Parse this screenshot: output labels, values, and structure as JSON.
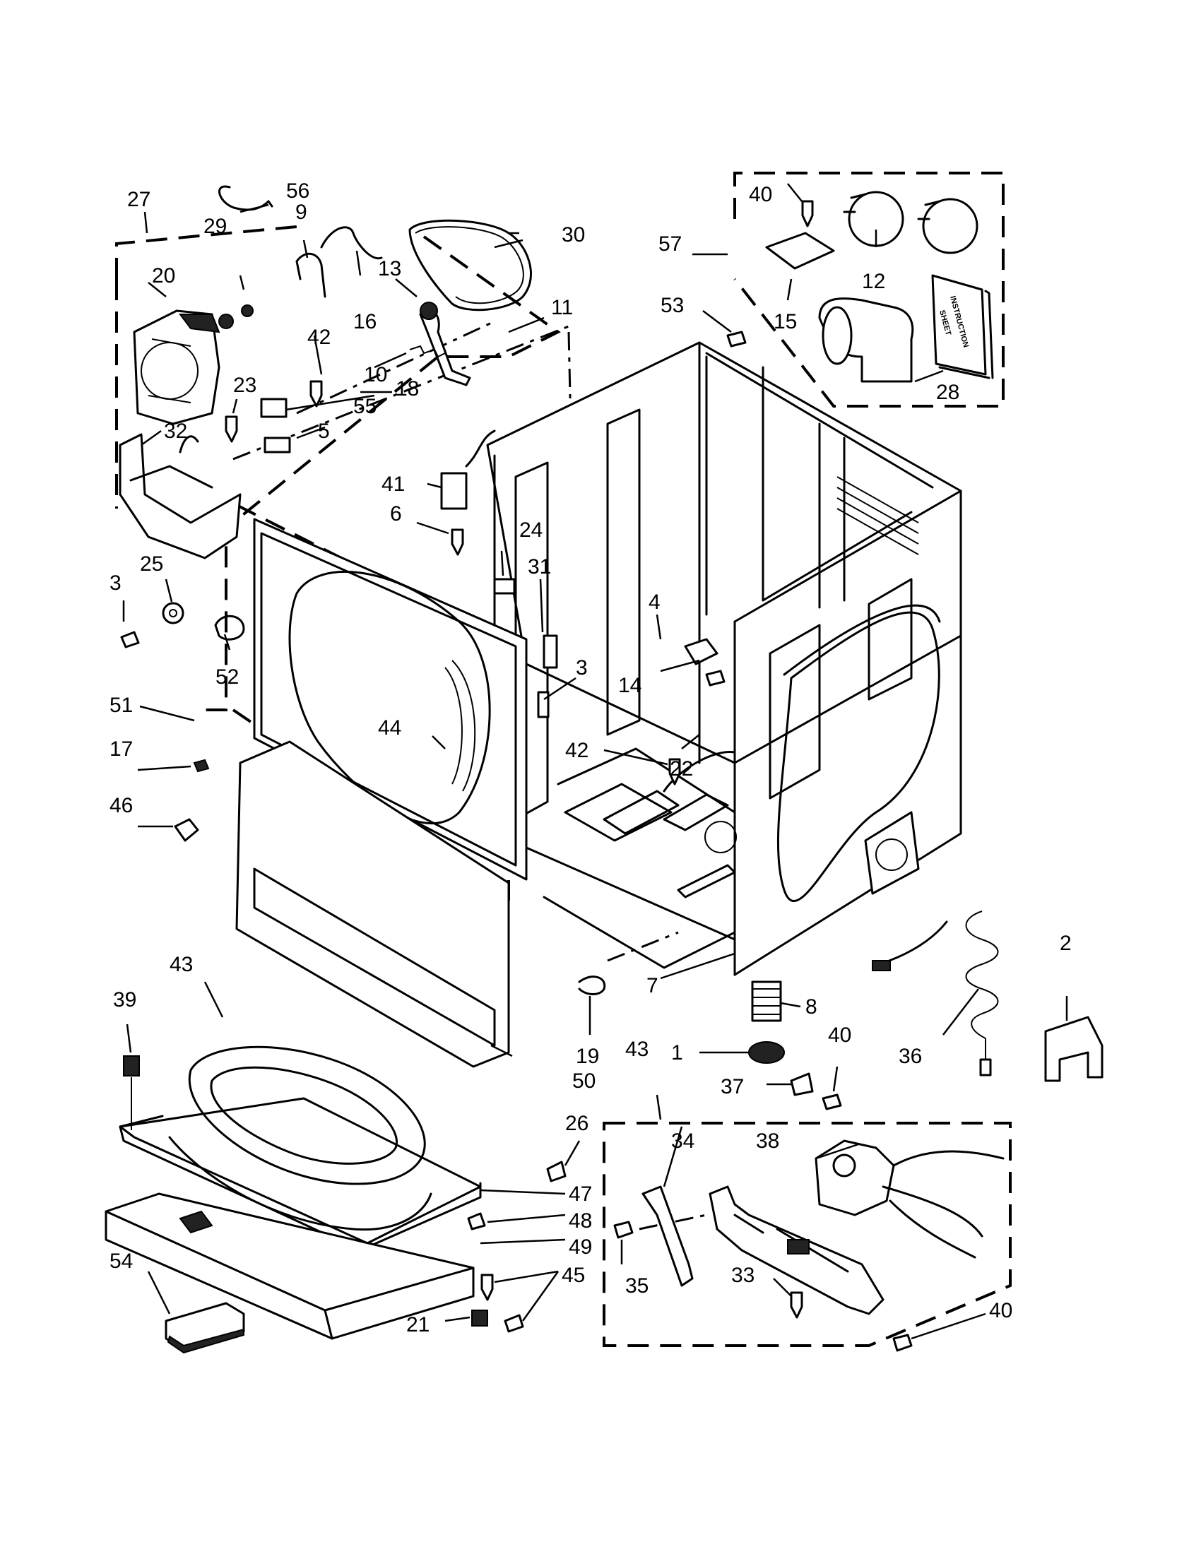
{
  "callouts": [
    {
      "id": "c1",
      "text": "1"
    },
    {
      "id": "c2",
      "text": "2"
    },
    {
      "id": "c3a",
      "text": "3"
    },
    {
      "id": "c3b",
      "text": "3"
    },
    {
      "id": "c4",
      "text": "4"
    },
    {
      "id": "c5",
      "text": "5"
    },
    {
      "id": "c6",
      "text": "6"
    },
    {
      "id": "c7",
      "text": "7"
    },
    {
      "id": "c8",
      "text": "8"
    },
    {
      "id": "c9",
      "text": "9"
    },
    {
      "id": "c10",
      "text": "10"
    },
    {
      "id": "c11",
      "text": "11"
    },
    {
      "id": "c12",
      "text": "12"
    },
    {
      "id": "c13",
      "text": "13"
    },
    {
      "id": "c14",
      "text": "14"
    },
    {
      "id": "c15",
      "text": "15"
    },
    {
      "id": "c16",
      "text": "16"
    },
    {
      "id": "c17",
      "text": "17"
    },
    {
      "id": "c18",
      "text": "18"
    },
    {
      "id": "c19",
      "text": "19"
    },
    {
      "id": "c20",
      "text": "20"
    },
    {
      "id": "c21",
      "text": "21"
    },
    {
      "id": "c22",
      "text": "22"
    },
    {
      "id": "c23",
      "text": "23"
    },
    {
      "id": "c24",
      "text": "24"
    },
    {
      "id": "c25",
      "text": "25"
    },
    {
      "id": "c26",
      "text": "26"
    },
    {
      "id": "c27",
      "text": "27"
    },
    {
      "id": "c28",
      "text": "28"
    },
    {
      "id": "c29",
      "text": "29"
    },
    {
      "id": "c30",
      "text": "30"
    },
    {
      "id": "c31",
      "text": "31"
    },
    {
      "id": "c32",
      "text": "32"
    },
    {
      "id": "c33",
      "text": "33"
    },
    {
      "id": "c34",
      "text": "34"
    },
    {
      "id": "c35",
      "text": "35"
    },
    {
      "id": "c36",
      "text": "36"
    },
    {
      "id": "c37",
      "text": "37"
    },
    {
      "id": "c38",
      "text": "38"
    },
    {
      "id": "c39",
      "text": "39"
    },
    {
      "id": "c40a",
      "text": "40"
    },
    {
      "id": "c40b",
      "text": "40"
    },
    {
      "id": "c40c",
      "text": "40"
    },
    {
      "id": "c41",
      "text": "41"
    },
    {
      "id": "c42a",
      "text": "42"
    },
    {
      "id": "c42b",
      "text": "42"
    },
    {
      "id": "c43a",
      "text": "43"
    },
    {
      "id": "c43b",
      "text": "43"
    },
    {
      "id": "c44",
      "text": "44"
    },
    {
      "id": "c45",
      "text": "45"
    },
    {
      "id": "c46",
      "text": "46"
    },
    {
      "id": "c47",
      "text": "47"
    },
    {
      "id": "c48",
      "text": "48"
    },
    {
      "id": "c49",
      "text": "49"
    },
    {
      "id": "c50",
      "text": "50"
    },
    {
      "id": "c51",
      "text": "51"
    },
    {
      "id": "c52",
      "text": "52"
    },
    {
      "id": "c53",
      "text": "53"
    },
    {
      "id": "c54",
      "text": "54"
    },
    {
      "id": "c55",
      "text": "55"
    },
    {
      "id": "c56",
      "text": "56"
    },
    {
      "id": "c57",
      "text": "57"
    }
  ],
  "instruction_sheet": {
    "line1": "INSTRUCTION",
    "line2": "SHEET"
  }
}
